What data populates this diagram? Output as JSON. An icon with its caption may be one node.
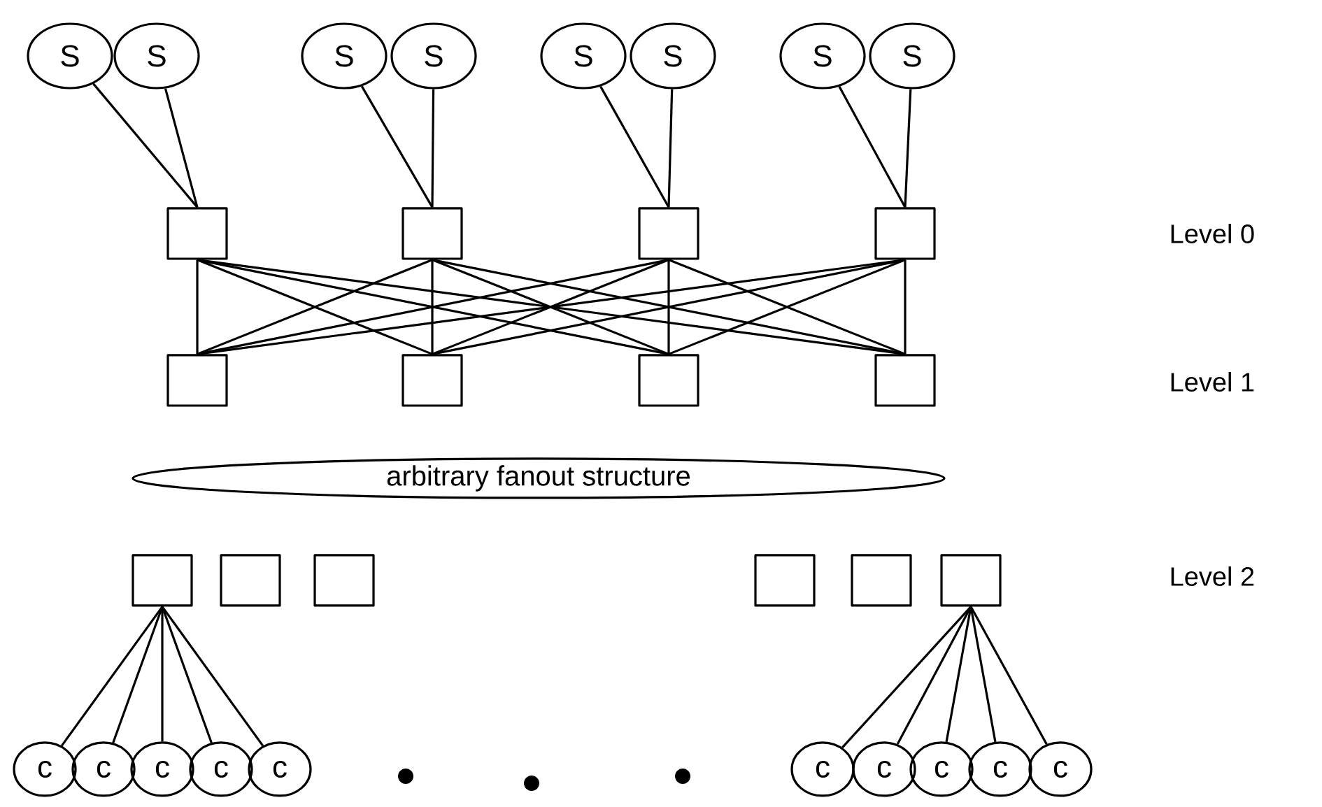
{
  "diagram": {
    "nodes": [
      {
        "text": [
          "S"
        ]
      },
      {
        "text": [
          "S"
        ]
      },
      {
        "text": [
          "S"
        ]
      },
      {
        "text": [
          "S"
        ]
      },
      {
        "text": [
          "S"
        ]
      },
      {
        "text": [
          "S"
        ]
      },
      {
        "text": [
          "S"
        ]
      },
      {
        "text": [
          "S"
        ]
      },
      {
        "text": [],
        "shape": "box"
      },
      {
        "text": [],
        "shape": "box"
      },
      {
        "text": [],
        "shape": "box"
      },
      {
        "text": [],
        "shape": "box"
      },
      {
        "text": [],
        "shape": "box"
      },
      {
        "text": [],
        "shape": "box"
      },
      {
        "text": [],
        "shape": "box"
      },
      {
        "text": [],
        "shape": "box"
      },
      {
        "text": [
          "arbitrary  fanout structure"
        ]
      },
      {
        "text": [],
        "shape": "box"
      },
      {
        "text": [],
        "shape": "box"
      },
      {
        "text": [],
        "shape": "box"
      },
      {
        "text": [],
        "shape": "box"
      },
      {
        "text": [],
        "shape": "box"
      },
      {
        "text": [],
        "shape": "box"
      },
      {
        "text": [
          "c"
        ]
      },
      {
        "text": [
          "c"
        ]
      },
      {
        "text": [
          "c"
        ]
      },
      {
        "text": [
          "c"
        ]
      },
      {
        "text": [
          "c"
        ]
      },
      {
        "text": [
          "c"
        ]
      },
      {
        "text": [
          "c"
        ]
      },
      {
        "text": [
          "c"
        ]
      },
      {
        "text": [
          "c"
        ]
      },
      {
        "text": [
          "c"
        ]
      }
    ],
    "edges": [
      {
        "from": 0,
        "to": 8,
        "arrow": "none"
      },
      {
        "from": 1,
        "to": 8,
        "arrow": "none"
      },
      {
        "from": 2,
        "to": 9,
        "arrow": "none"
      },
      {
        "from": 3,
        "to": 9,
        "arrow": "none"
      },
      {
        "from": 4,
        "to": 10,
        "arrow": "none"
      },
      {
        "from": 5,
        "to": 10,
        "arrow": "none"
      },
      {
        "from": 6,
        "to": 11,
        "arrow": "none"
      },
      {
        "from": 7,
        "to": 11,
        "arrow": "none"
      },
      {
        "from": 8,
        "to": 12,
        "arrow": "none"
      },
      {
        "from": 8,
        "to": 13,
        "arrow": "none"
      },
      {
        "from": 8,
        "to": 14,
        "arrow": "none"
      },
      {
        "from": 8,
        "to": 15,
        "arrow": "none"
      },
      {
        "from": 9,
        "to": 12,
        "arrow": "none"
      },
      {
        "from": 9,
        "to": 13,
        "arrow": "none"
      },
      {
        "from": 9,
        "to": 14,
        "arrow": "none"
      },
      {
        "from": 9,
        "to": 15,
        "arrow": "none"
      },
      {
        "from": 10,
        "to": 12,
        "arrow": "none"
      },
      {
        "from": 10,
        "to": 13,
        "arrow": "none"
      },
      {
        "from": 10,
        "to": 14,
        "arrow": "none"
      },
      {
        "from": 10,
        "to": 15,
        "arrow": "none"
      },
      {
        "from": 11,
        "to": 12,
        "arrow": "none"
      },
      {
        "from": 11,
        "to": 13,
        "arrow": "none"
      },
      {
        "from": 11,
        "to": 14,
        "arrow": "none"
      },
      {
        "from": 11,
        "to": 15,
        "arrow": "none"
      },
      {
        "from": 17,
        "to": 23,
        "arrow": "none"
      },
      {
        "from": 17,
        "to": 24,
        "arrow": "none"
      },
      {
        "from": 17,
        "to": 25,
        "arrow": "none"
      },
      {
        "from": 17,
        "to": 26,
        "arrow": "none"
      },
      {
        "from": 17,
        "to": 27,
        "arrow": "none"
      },
      {
        "from": 22,
        "to": 28,
        "arrow": "none"
      },
      {
        "from": 22,
        "to": 29,
        "arrow": "none"
      },
      {
        "from": 22,
        "to": 30,
        "arrow": "none"
      },
      {
        "from": 22,
        "to": 31,
        "arrow": "none"
      },
      {
        "from": 22,
        "to": 32,
        "arrow": "none"
      }
    ],
    "labels": [
      "Level 0",
      "Level 1",
      "Level 2"
    ]
  }
}
